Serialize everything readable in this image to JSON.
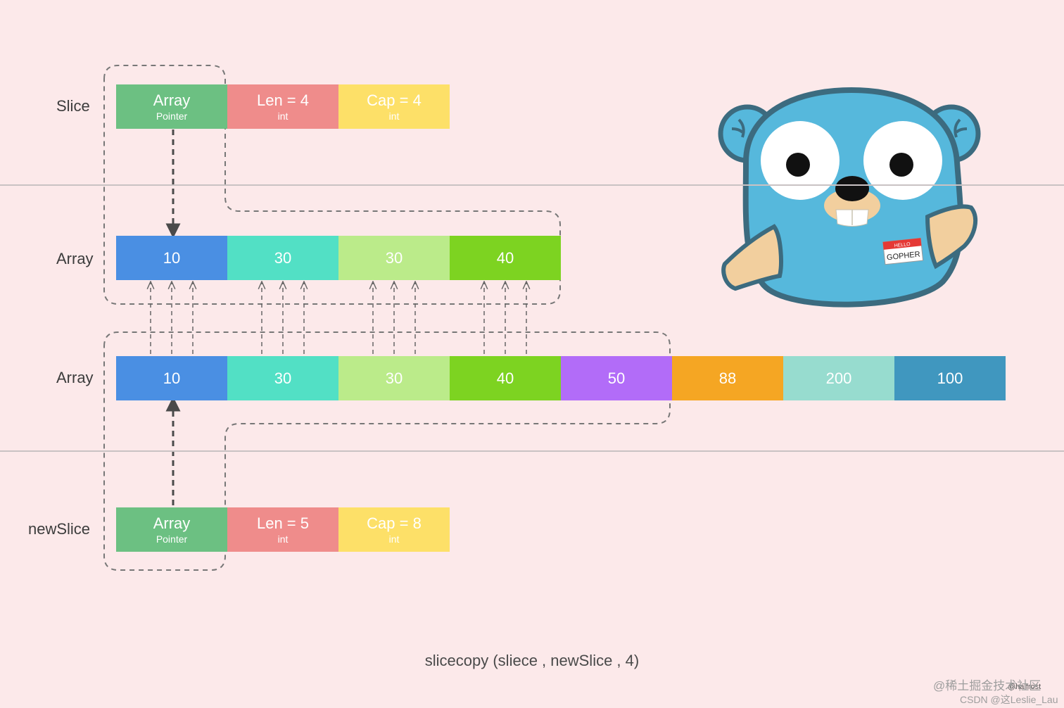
{
  "labels": {
    "slice": "Slice",
    "array_top": "Array",
    "array_bottom": "Array",
    "new_slice": "newSlice"
  },
  "slice_header": [
    {
      "main": "Array",
      "sub": "Pointer",
      "color": "#6cc082"
    },
    {
      "main": "Len = 4",
      "sub": "int",
      "color": "#ef8c8b"
    },
    {
      "main": "Cap = 4",
      "sub": "int",
      "color": "#fde068"
    }
  ],
  "new_slice_header": [
    {
      "main": "Array",
      "sub": "Pointer",
      "color": "#6cc082"
    },
    {
      "main": "Len = 5",
      "sub": "int",
      "color": "#ef8c8b"
    },
    {
      "main": "Cap = 8",
      "sub": "int",
      "color": "#fde068"
    }
  ],
  "array_top": [
    {
      "value": "10",
      "color": "#4a8fe3"
    },
    {
      "value": "30",
      "color": "#52e0c5"
    },
    {
      "value": "30",
      "color": "#bbeb8a"
    },
    {
      "value": "40",
      "color": "#7dd321"
    }
  ],
  "array_bottom": [
    {
      "value": "10",
      "color": "#4a8fe3"
    },
    {
      "value": "30",
      "color": "#52e0c5"
    },
    {
      "value": "30",
      "color": "#bbeb8a"
    },
    {
      "value": "40",
      "color": "#7dd321"
    },
    {
      "value": "50",
      "color": "#b26cf8"
    },
    {
      "value": "88",
      "color": "#f5a623"
    },
    {
      "value": "200",
      "color": "#97dccf"
    },
    {
      "value": "100",
      "color": "#4097bf"
    }
  ],
  "gopher": {
    "badge_top": "HELLO",
    "badge_name": "GOPHER",
    "credit": "@halfrost"
  },
  "caption": "slicecopy (sliece , newSlice , 4)",
  "watermarks": {
    "line1": "@稀土掘金技术社区",
    "line2": "CSDN @这Leslie_Lau"
  }
}
